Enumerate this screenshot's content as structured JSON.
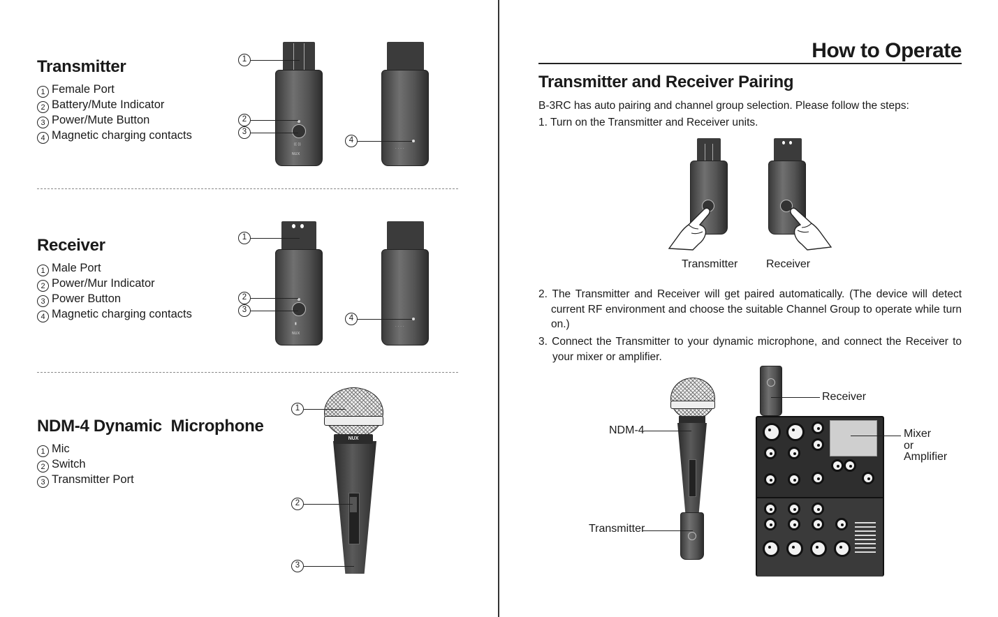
{
  "left": {
    "transmitter": {
      "title": "Transmitter",
      "items": [
        {
          "num": "1",
          "label": "Female Port"
        },
        {
          "num": "2",
          "label": "Battery/Mute Indicator"
        },
        {
          "num": "3",
          "label": "Power/Mute Button"
        },
        {
          "num": "4",
          "label": "Magnetic charging contacts"
        }
      ]
    },
    "receiver": {
      "title": "Receiver",
      "items": [
        {
          "num": "1",
          "label": "Male Port"
        },
        {
          "num": "2",
          "label": "Power/Mur Indicator"
        },
        {
          "num": "3",
          "label": "Power Button"
        },
        {
          "num": "4",
          "label": "Magnetic charging contacts"
        }
      ]
    },
    "microphone": {
      "title": "NDM-4 Dynamic  Microphone",
      "items": [
        {
          "num": "1",
          "label": "Mic"
        },
        {
          "num": "2",
          "label": "Switch"
        },
        {
          "num": "3",
          "label": "Transmitter Port"
        }
      ]
    },
    "callouts": {
      "n1": "1",
      "n2": "2",
      "n3": "3",
      "n4": "4"
    }
  },
  "right": {
    "heading": "How to Operate",
    "section_title": "Transmitter and Receiver Pairing",
    "intro": "B-3RC has auto pairing and channel group selection. Please follow the steps:",
    "step1": "1. Turn on the Transmitter and Receiver units.",
    "step2": "2. The Transmitter and Receiver will get paired automatically. (The device will detect current RF environment and choose the suitable Channel Group to operate while turn on.)",
    "step3": "3. Connect the Transmitter to your dynamic microphone, and connect the Receiver to your mixer or amplifier.",
    "captions": {
      "transmitter": "Transmitter",
      "receiver": "Receiver",
      "ndm4": "NDM-4",
      "mixer": "Mixer",
      "mixer_or": "or",
      "mixer_amp": "Amplifier"
    }
  },
  "device_text": {
    "brand": "NUX"
  }
}
